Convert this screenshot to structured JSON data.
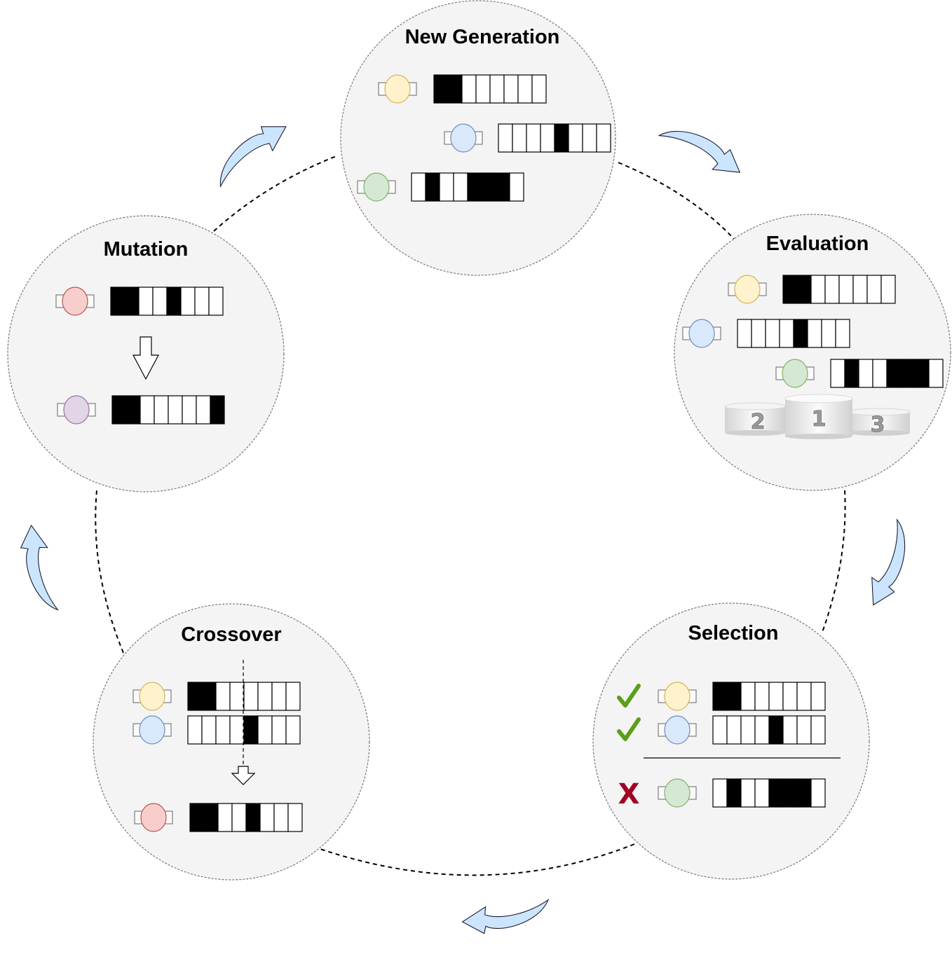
{
  "stages": {
    "new_generation": {
      "title": "New Generation",
      "individuals": [
        {
          "color": "yellow",
          "genes": [
            1,
            1,
            0,
            0,
            0,
            0,
            0,
            0
          ]
        },
        {
          "color": "blue",
          "genes": [
            0,
            0,
            0,
            0,
            1,
            0,
            0,
            0
          ]
        },
        {
          "color": "green",
          "genes": [
            0,
            1,
            0,
            0,
            1,
            1,
            1,
            0
          ]
        }
      ]
    },
    "evaluation": {
      "title": "Evaluation",
      "individuals": [
        {
          "color": "yellow",
          "genes": [
            1,
            1,
            0,
            0,
            0,
            0,
            0,
            0
          ]
        },
        {
          "color": "blue",
          "genes": [
            0,
            0,
            0,
            0,
            1,
            0,
            0,
            0
          ]
        },
        {
          "color": "green",
          "genes": [
            0,
            1,
            0,
            0,
            1,
            1,
            1,
            0
          ]
        }
      ],
      "podium": [
        "2",
        "1",
        "3"
      ]
    },
    "selection": {
      "title": "Selection",
      "individuals": [
        {
          "color": "yellow",
          "genes": [
            1,
            1,
            0,
            0,
            0,
            0,
            0,
            0
          ],
          "mark": "check"
        },
        {
          "color": "blue",
          "genes": [
            0,
            0,
            0,
            0,
            1,
            0,
            0,
            0
          ],
          "mark": "check"
        },
        {
          "color": "green",
          "genes": [
            0,
            1,
            0,
            0,
            1,
            1,
            1,
            0
          ],
          "mark": "X"
        }
      ]
    },
    "crossover": {
      "title": "Crossover",
      "parents": [
        {
          "color": "yellow",
          "genes": [
            1,
            1,
            0,
            0,
            0,
            0,
            0,
            0
          ]
        },
        {
          "color": "blue",
          "genes": [
            0,
            0,
            0,
            0,
            1,
            0,
            0,
            0
          ]
        }
      ],
      "crossover_point": 4,
      "child": {
        "color": "red",
        "genes": [
          1,
          1,
          0,
          0,
          1,
          0,
          0,
          0
        ]
      }
    },
    "mutation": {
      "title": "Mutation",
      "before": {
        "color": "red",
        "genes": [
          1,
          1,
          0,
          0,
          1,
          0,
          0,
          0
        ]
      },
      "after": {
        "color": "purple",
        "genes": [
          1,
          1,
          0,
          0,
          0,
          0,
          0,
          1
        ]
      }
    }
  },
  "colors": {
    "yellow": {
      "fill": "#fff2cc",
      "stroke": "#d6b656"
    },
    "blue": {
      "fill": "#dae8fc",
      "stroke": "#6c8ebf"
    },
    "green": {
      "fill": "#d5e8d4",
      "stroke": "#82b366"
    },
    "red": {
      "fill": "#f8cecc",
      "stroke": "#b85450"
    },
    "purple": {
      "fill": "#e1d5e7",
      "stroke": "#9673a6"
    },
    "stage_bg": "#f4f4f4",
    "arrow_fill": "#cce5ff",
    "check": "#5a9e1a",
    "cross": "#a20025"
  },
  "icons": {
    "individual": "robot-icon",
    "flow_arrow": "curved-arrow-icon",
    "down_arrow": "down-arrow-icon",
    "podium": "podium-icon",
    "check": "check-icon",
    "cross": "cross-icon"
  }
}
